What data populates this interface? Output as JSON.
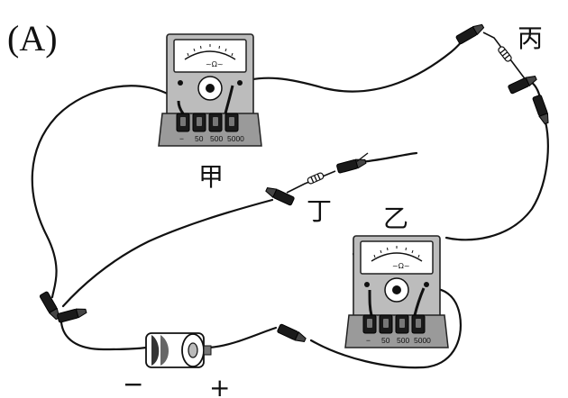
{
  "figure": {
    "panel_label": "(A)"
  },
  "meters": {
    "jia": {
      "label": "甲",
      "terminals": [
        "−",
        "50",
        "500",
        "5000"
      ]
    },
    "yi": {
      "label": "乙",
      "terminals": [
        "−",
        "50",
        "500",
        "5000"
      ]
    }
  },
  "resistors": {
    "bing": {
      "label": "丙"
    },
    "ding": {
      "label": "丁"
    }
  },
  "battery": {
    "negative_label": "−",
    "positive_label": "+"
  }
}
